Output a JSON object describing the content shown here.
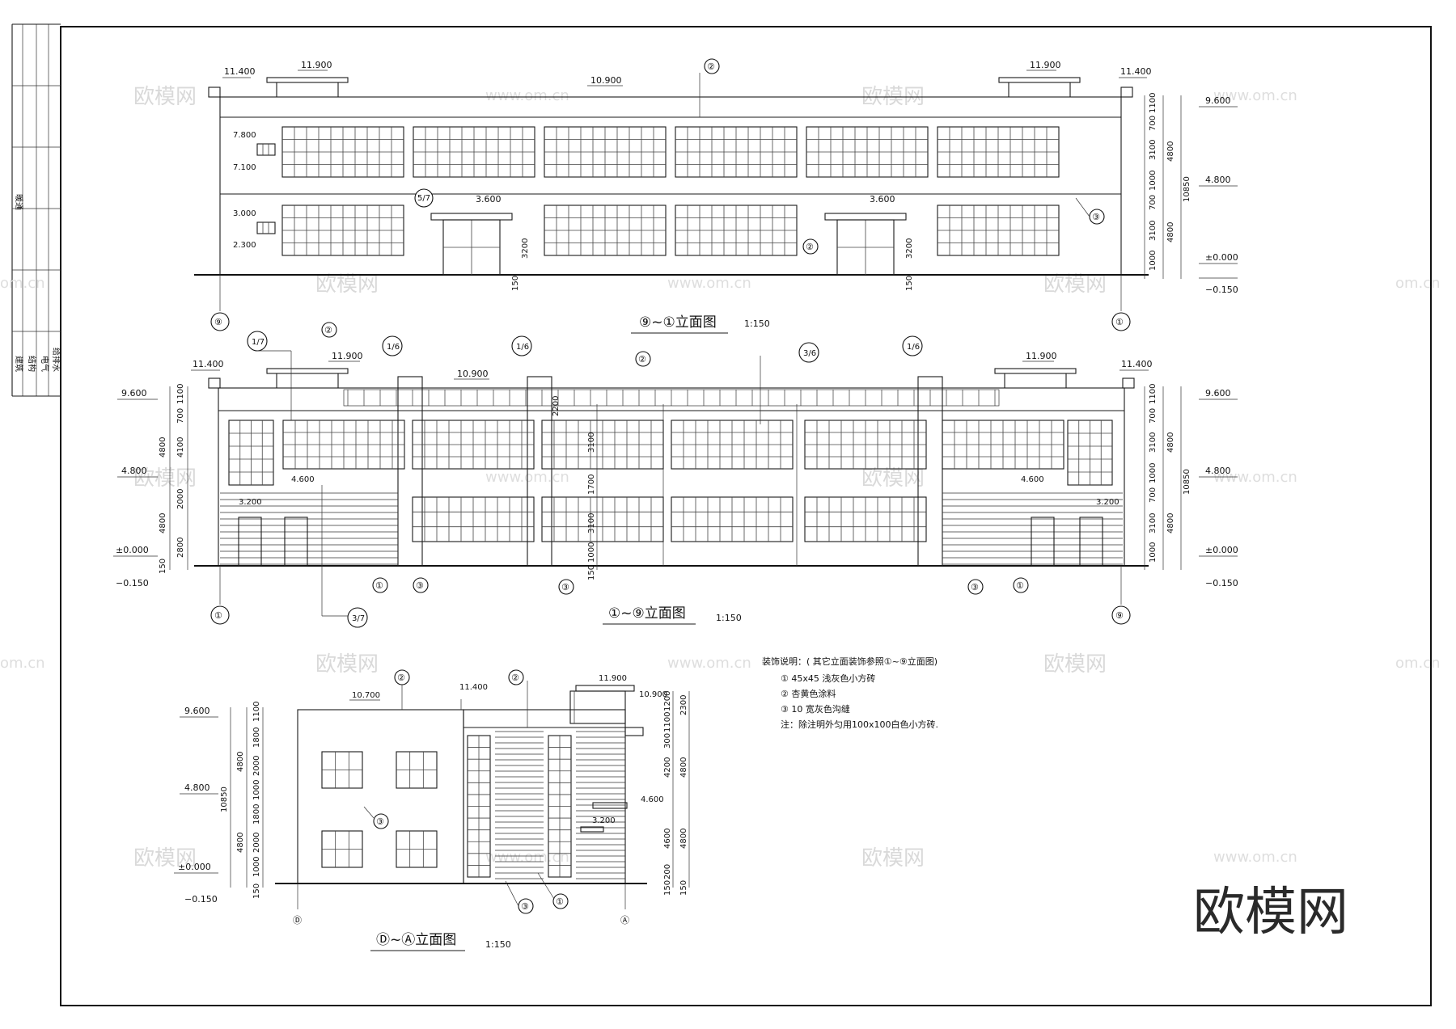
{
  "title_block": {
    "cells": [
      "建筑",
      "结构",
      "电气",
      "给排水",
      "暖通"
    ],
    "tiny_labels": [
      "建",
      "筑",
      "结",
      "构",
      "电",
      "气",
      "给",
      "排",
      "水",
      "暖",
      "通"
    ]
  },
  "elev1": {
    "title": "⑨~①立面图",
    "scale": "1:150",
    "axis_left": "⑨",
    "axis_right": "①",
    "levels": {
      "l11400": "11.400",
      "l11900": "11.900",
      "l10900": "10.900",
      "l7800": "7.800",
      "l7100": "7.100",
      "l3000": "3.000",
      "l2300": "2.300",
      "l3600": "3.600",
      "l9600": "9.600",
      "l4800": "4.800",
      "l0000": "±0.000",
      "lm150": "−0.150"
    },
    "dims": [
      "1100",
      "700",
      "3100",
      "1000",
      "700",
      "3100",
      "1000",
      "150",
      "4800",
      "4800",
      "10850",
      "3200",
      "150"
    ],
    "callouts": [
      "②",
      "③",
      "②",
      "5/7"
    ]
  },
  "elev2": {
    "title": "①~⑨立面图",
    "scale": "1:150",
    "axis_left": "①",
    "axis_right": "⑨",
    "levels": {
      "l11400": "11.400",
      "l11900": "11.900",
      "l10900": "10.900",
      "l9600": "9.600",
      "l4800": "4.800",
      "l4600": "4.600",
      "l3200": "3.200",
      "l0000": "±0.000",
      "lm150": "−0.150"
    },
    "dims_left": [
      "1100",
      "700",
      "4100",
      "4800",
      "2000",
      "4800",
      "2800",
      "150"
    ],
    "dims_mid": [
      "2200",
      "3100",
      "1700",
      "3100",
      "1000",
      "150"
    ],
    "dims_right": [
      "1100",
      "700",
      "3100",
      "1000",
      "700",
      "3100",
      "1000",
      "150",
      "4800",
      "4800",
      "10850"
    ],
    "callouts": [
      "1/7",
      "②",
      "1/6",
      "1/6",
      "②",
      "3/6",
      "1/6",
      "①",
      "③",
      "③",
      "③",
      "①",
      "3/7"
    ]
  },
  "elev3": {
    "title": "Ⓓ~Ⓐ立面图",
    "scale": "1:150",
    "axis_left": "Ⓓ",
    "axis_right": "Ⓐ",
    "levels": {
      "l9600": "9.600",
      "l4800": "4.800",
      "l0000": "±0.000",
      "lm150": "−0.150",
      "l10700": "10.700",
      "l11400": "11.400",
      "l11900": "11.900",
      "l10900": "10.900",
      "l4600": "4.600",
      "l3200": "3.200"
    },
    "dims_left": [
      "1100",
      "1800",
      "2000",
      "1000",
      "1800",
      "2000",
      "1000",
      "150",
      "4800",
      "4800",
      "10850"
    ],
    "dims_right": [
      "1200",
      "2300",
      "1100",
      "300",
      "4200",
      "4800",
      "4600",
      "4800",
      "200",
      "150",
      "150"
    ],
    "callouts": [
      "②",
      "②",
      "③",
      "③",
      "①"
    ]
  },
  "notes": {
    "heading": "装饰说明：( 其它立面装饰参照①~⑨立面图)",
    "items": [
      "① 45x45 浅灰色小方砖",
      "② 杏黄色涂料",
      "③ 10 宽灰色沟缝"
    ],
    "footnote": "注：除注明外匀用100x100白色小方砖."
  },
  "watermarks": {
    "brand": "欧模网",
    "url": "www.om.cn",
    "url_partial": "om.cn",
    "big": "欧模网"
  }
}
